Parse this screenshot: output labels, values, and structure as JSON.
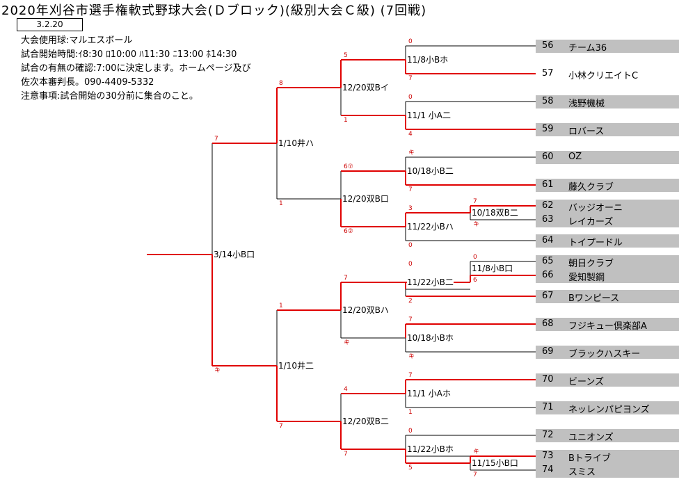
{
  "title": "2020年刈谷市選手権軟式野球大会(Ｄブロック)(級別大会Ｃ級) (7回戦)",
  "date_box": "3.2.20",
  "info": [
    "大会使用球:マルエスボール",
    "試合開始時間:ｲ8:30 ﾛ10:00 ﾊ11:30 ﾆ13:00 ﾎ14:30",
    "試合の有無の確認:7:00に決定します。ホームページ及び",
    "佐次本審判長。090-4409-5332",
    "注意事項:試合開始の30分前に集合のこと。"
  ],
  "teams": [
    {
      "num": "56",
      "name": "チーム36"
    },
    {
      "num": "57",
      "name": "小林クリエイトC"
    },
    {
      "num": "58",
      "name": "浅野機械"
    },
    {
      "num": "59",
      "name": "ロバース"
    },
    {
      "num": "60",
      "name": "OZ"
    },
    {
      "num": "61",
      "name": "藤久クラブ"
    },
    {
      "num": "62",
      "name": "バッジオーニ"
    },
    {
      "num": "63",
      "name": "レイカーズ"
    },
    {
      "num": "64",
      "name": "トイプードル"
    },
    {
      "num": "65",
      "name": "朝日クラブ"
    },
    {
      "num": "66",
      "name": "愛知製鋼"
    },
    {
      "num": "67",
      "name": "Bワンピース"
    },
    {
      "num": "68",
      "name": "フジキュー倶楽部A"
    },
    {
      "num": "69",
      "name": "ブラックハスキー"
    },
    {
      "num": "70",
      "name": "ビーンズ"
    },
    {
      "num": "71",
      "name": "ネッレンパピヨンズ"
    },
    {
      "num": "72",
      "name": "ユニオンズ"
    },
    {
      "num": "73",
      "name": "Bトライブ"
    },
    {
      "num": "74",
      "name": "スミス"
    }
  ],
  "matches": {
    "m62_63": "10/18双B二",
    "m65_66": "11/8小B口",
    "m73_74": "11/15小B口",
    "m56_57": "11/8小Bホ",
    "m58_59": "11/1 小A二",
    "m60_61": "10/18小B二",
    "m62_64": "11/22小Bハ",
    "m65_67": "11/22小B二",
    "m68_69": "10/18小Bホ",
    "m70_71": "11/1 小Aホ",
    "m72_74": "11/22小Bホ",
    "qf1": "12/20双Bイ",
    "qf2": "12/20双B口",
    "qf3": "12/20双Bハ",
    "qf4": "12/20双B二",
    "sf1": "1/10井ハ",
    "sf2": "1/10井二",
    "final": "3/14小B口"
  },
  "scores": {
    "s56": "0",
    "s57": "7",
    "s58": "0",
    "s59": "4",
    "s60": "キ",
    "s61": "7",
    "s62": "7",
    "s63": "キ",
    "s62b": "3",
    "s64": "0",
    "s65": "0",
    "s66": "6",
    "s65b": "0",
    "s67": "2",
    "s68": "7",
    "s69": "キ",
    "s70": "7",
    "s71": "1",
    "s72": "0",
    "s73": "キ",
    "s72b": "5",
    "s74": "7",
    "qf1_top": "5",
    "qf1_bot": "1",
    "qf2_top": "6⑦",
    "qf2_bot": "6②",
    "qf3_top": "7",
    "qf3_bot": "キ",
    "qf4_top": "4",
    "qf4_bot": "7",
    "sf1_top": "8",
    "sf1_bot": "1",
    "sf2_top": "1",
    "sf2_bot": "7",
    "f_top": "7",
    "f_bot": "キ"
  },
  "colors": {
    "winner_line": "#e00000",
    "loser_line": "#000000",
    "team_bar": "#c0c0c0",
    "score_text": "#cc0000"
  }
}
